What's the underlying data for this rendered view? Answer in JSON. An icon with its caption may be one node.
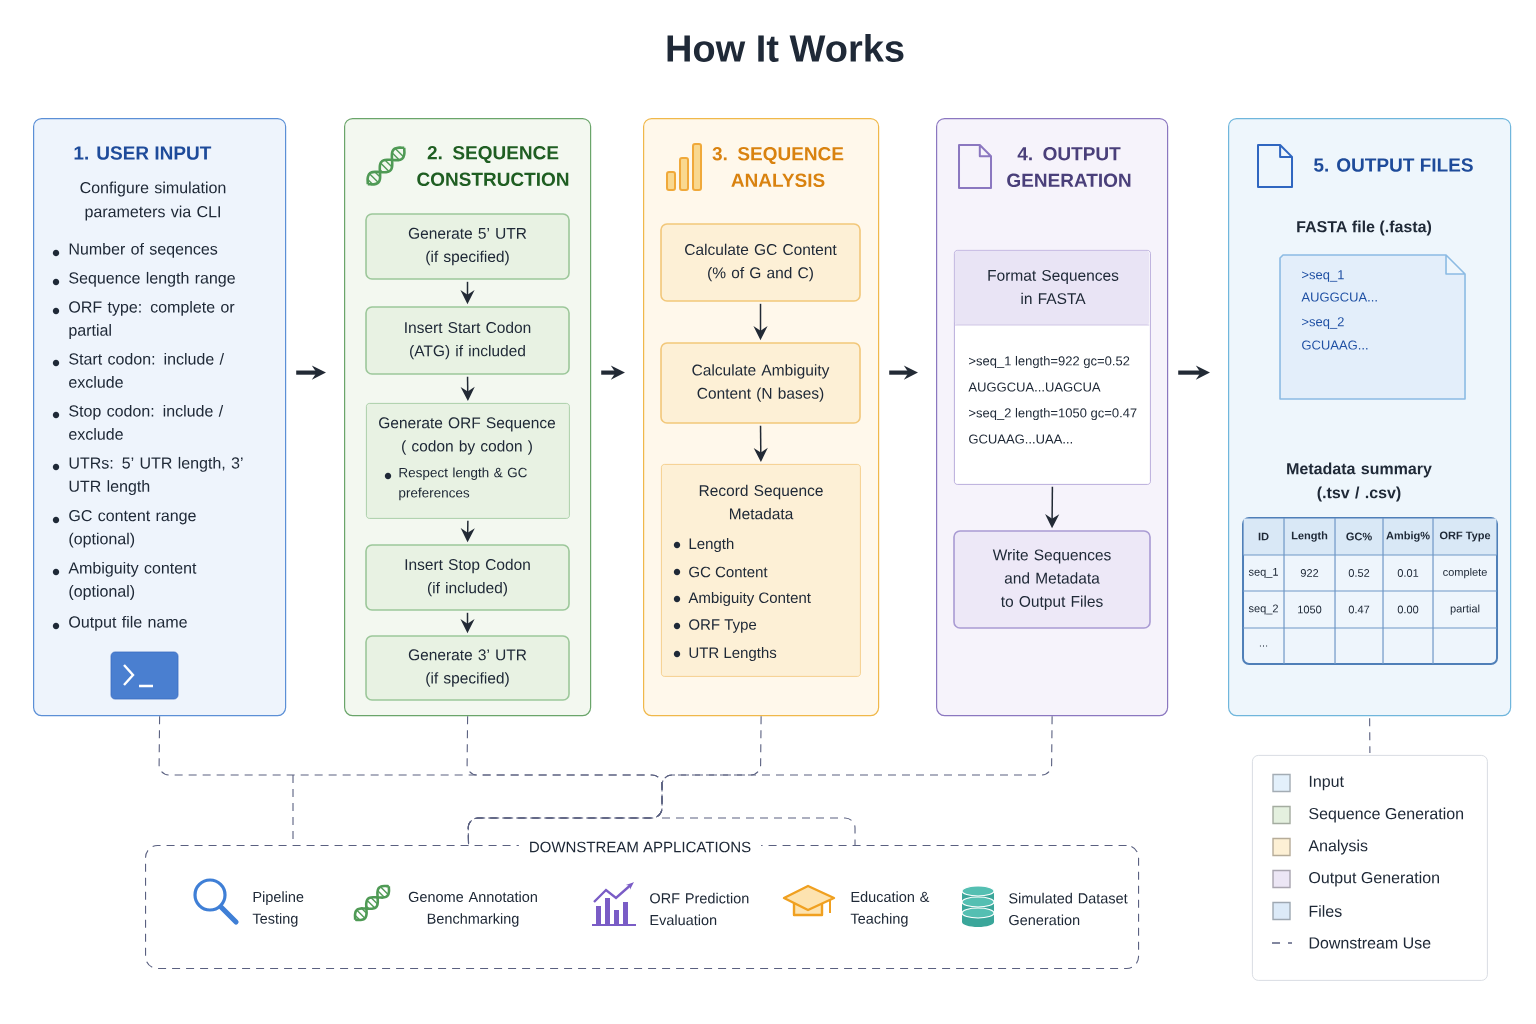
{
  "diagram": {
    "title": "How It Works",
    "nodes": [
      {
        "text": [
          "1. USER INPUT",
          "Configure simulation parameters via CLI",
          "Number of seqences",
          "Sequence length range",
          "ORF type: complete or partial",
          "Start codon: include / exclude",
          "Stop codon: include / exclude",
          "UTRs: 5’ UTR length, 3’ UTR length",
          "GC content range (optional)",
          "Ambiguity content (optional)",
          "Output file name"
        ]
      },
      {
        "text": [
          "2. SEQUENCE CONSTRUCTION"
        ]
      },
      {
        "text": [
          "Generate 5’ UTR (if specified)"
        ],
        "in": 1
      },
      {
        "text": [
          "Insert Start Codon (ATG) if included"
        ],
        "in": 1
      },
      {
        "text": [
          "Generate ORF Sequence ( codon by codon )",
          "Respect length & GC preferences"
        ],
        "in": 1
      },
      {
        "text": [
          "Insert Stop Codon (if included)"
        ],
        "in": 1
      },
      {
        "text": [
          "Generate 3’ UTR (if specified)"
        ],
        "in": 1
      },
      {
        "text": [
          "3. SEQUENCE ANALYSIS"
        ]
      },
      {
        "text": [
          "Calculate GC Content (% of G and C)"
        ],
        "in": 7
      },
      {
        "text": [
          "Calculate Ambiguity Content (N bases)"
        ],
        "in": 7
      },
      {
        "text": [
          "Record Sequence Metadata",
          "Length",
          "GC Content",
          "Ambiguity Content",
          "ORF Type",
          "UTR Lengths"
        ],
        "in": 7
      },
      {
        "text": [
          "4. OUTPUT GENERATION"
        ]
      },
      {
        "text": [
          "Format Sequences in FASTA",
          ">seq_1 length=922 gc=0.52",
          "AUGGCUA...UAGCUA",
          ">seq_2 length=1050 gc=0.47",
          "GCUAAG...UAA..."
        ],
        "in": 11
      },
      {
        "text": [
          "Write Sequences and Metadata to Output Files"
        ],
        "in": 11
      },
      {
        "text": [
          "5. OUTPUT FILES",
          "FASTA file (.fasta)",
          "Metadata summary (.tsv / .csv)"
        ]
      },
      {
        "text": [
          ">seq_1",
          "AUGGCUA...",
          ">seq_2",
          "GCUAAG..."
        ],
        "in": 14
      },
      {
        "text": [
          "DOWNSTREAM APPLICATIONS",
          "Pipeline Testing",
          "Genome Annotation Benchmarking",
          "ORF Prediction Evaluation",
          "Education & Teaching",
          "Simulated Dataset Generation"
        ]
      },
      {
        "text": [],
        "shape": "box"
      }
    ],
    "edges": [
      {
        "from": 0,
        "to": 1,
        "arrow": "to",
        "style": "thick"
      },
      {
        "from": 1,
        "to": 7,
        "arrow": "to",
        "style": "thick"
      },
      {
        "from": 7,
        "to": 11,
        "arrow": "to",
        "style": "thick"
      },
      {
        "from": 11,
        "to": 14,
        "arrow": "to",
        "style": "thick"
      },
      {
        "from": 2,
        "to": 3,
        "arrow": "to"
      },
      {
        "from": 3,
        "to": 4,
        "arrow": "to"
      },
      {
        "from": 4,
        "to": 5,
        "arrow": "to"
      },
      {
        "from": 5,
        "to": 6,
        "arrow": "to"
      },
      {
        "from": 8,
        "to": 9,
        "arrow": "to"
      },
      {
        "from": 9,
        "to": 10,
        "arrow": "to"
      },
      {
        "from": 12,
        "to": 13,
        "arrow": "to"
      },
      {
        "from": 0,
        "to": 16,
        "arrow": "none",
        "style": "dashed",
        "color": "#5a6080"
      },
      {
        "from": 1,
        "to": 16,
        "arrow": "none",
        "style": "dashed",
        "color": "#5a6080"
      },
      {
        "from": 7,
        "to": 16,
        "arrow": "none",
        "style": "dashed",
        "color": "#5a6080"
      },
      {
        "from": 11,
        "to": 16,
        "arrow": "none",
        "style": "dashed",
        "color": "#5a6080"
      },
      {
        "from": 14,
        "to": 17,
        "arrow": "none",
        "style": "dashed",
        "color": "#5a6080"
      }
    ],
    "labels": [
      "ID",
      "Length",
      "GC%",
      "Ambig%",
      "ORF Type",
      "seq_1",
      "922",
      "0.52",
      "0.01",
      "complete",
      "seq_2",
      "1050",
      "0.47",
      "0.00",
      "partial",
      "..."
    ],
    "legend": [
      {
        "text": "Input",
        "color": "#e3f0fb"
      },
      {
        "text": "Sequence Generation",
        "color": "#e4f0df"
      },
      {
        "text": "Analysis",
        "color": "#fdf0d5"
      },
      {
        "text": "Output Generation",
        "color": "#ece6f5"
      },
      {
        "text": "Files",
        "color": "#dceaf8"
      },
      {
        "text": "Downstream Use"
      }
    ]
  }
}
